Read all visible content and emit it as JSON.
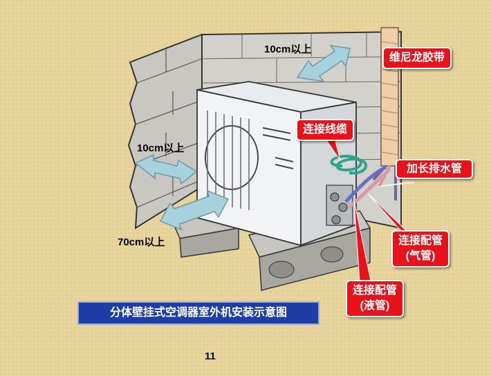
{
  "clearances": {
    "top": "10cm以上",
    "left": "10cm以上",
    "front": "70cm以上"
  },
  "callouts": {
    "vinyl_tape": "维尼龙胶带",
    "cable": "连接线缆",
    "drain": "加长排水管",
    "gas_pipe_line1": "连接配管",
    "gas_pipe_line2": "(气管)",
    "liquid_pipe_line1": "连接配管",
    "liquid_pipe_line2": "(液管)"
  },
  "caption": "分体壁挂式空调器室外机安装示意图",
  "page_number": "11",
  "colors": {
    "callout_bg": "#e8121b",
    "caption_bg": "#1e3ea6",
    "arrow": "#a6d2de"
  }
}
